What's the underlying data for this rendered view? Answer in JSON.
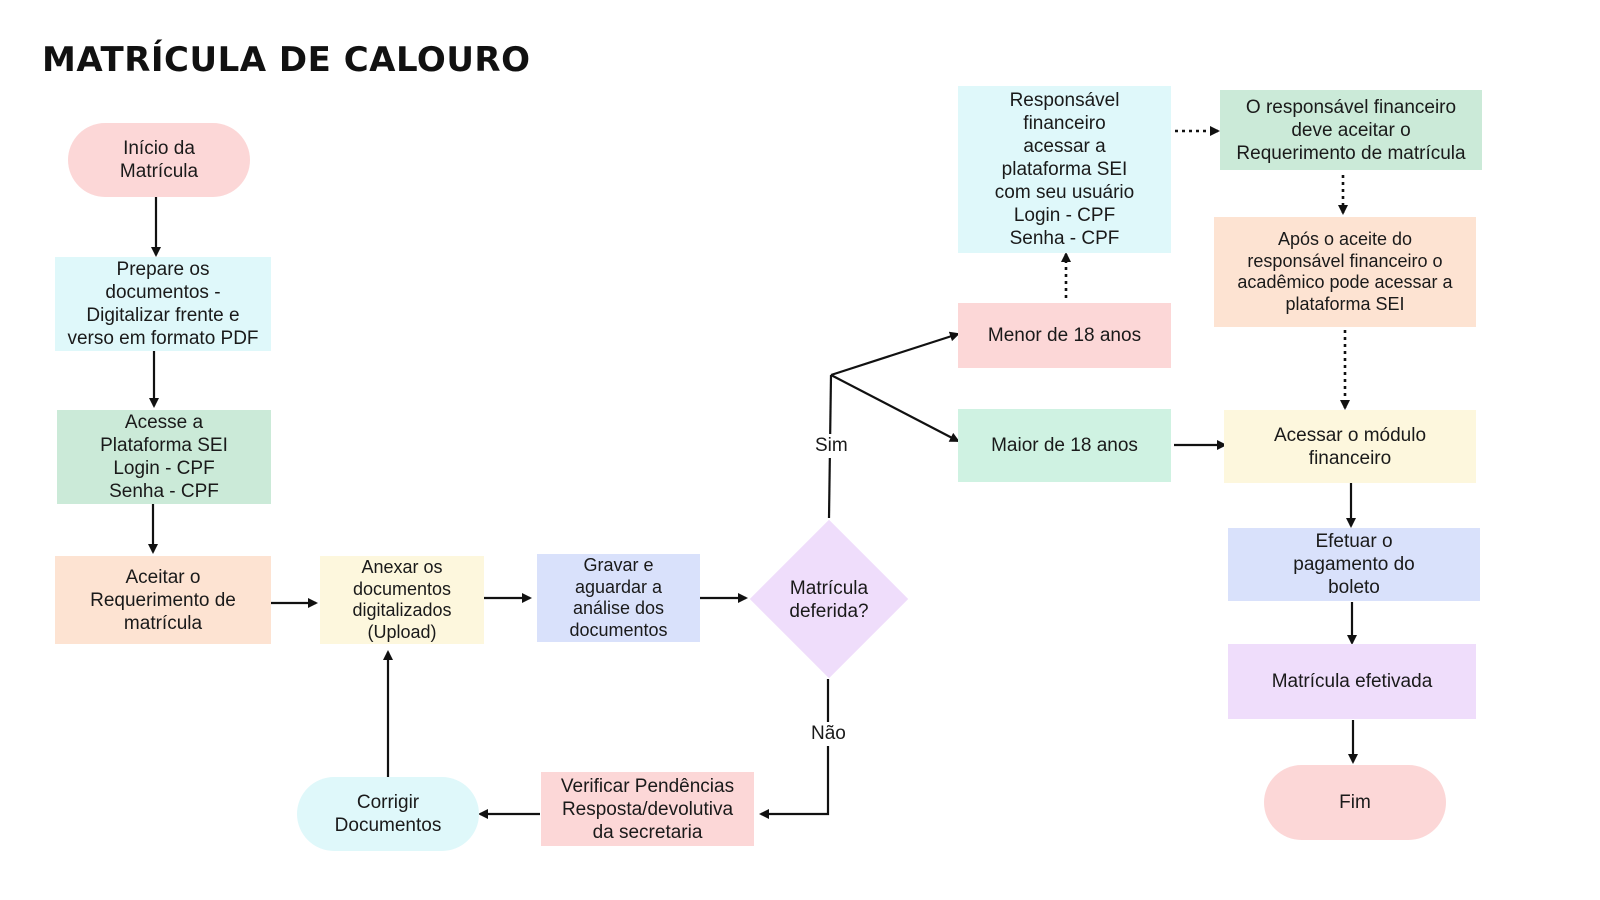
{
  "title": "MATRÍCULA DE CALOURO",
  "colors": {
    "pink": "#fcd7d7",
    "cyan": "#dff8fa",
    "green": "#cbead8",
    "peach": "#fde3d2",
    "yellow": "#fdf7dd",
    "blue": "#d9e1fb",
    "lavender": "#efddfb",
    "mint": "#cff2e2",
    "arrow": "#111111"
  },
  "nodes": {
    "inicio": "Início da\nMatrícula",
    "prepare": "Prepare os\ndocumentos -\nDigitalizar frente e\nverso em formato PDF",
    "acesse": "Acesse a\nPlataforma SEI\nLogin - CPF\nSenha - CPF",
    "aceitar": "Aceitar o\nRequerimento de\nmatrícula",
    "anexar": "Anexar os\ndocumentos\ndigitalizados\n(Upload)",
    "gravar": "Gravar e\naguardar a\nanálise dos\ndocumentos",
    "decisao": "Matrícula\ndeferida?",
    "verificar": "Verificar Pendências\nResposta/devolutiva\nda secretaria",
    "corrigir": "Corrigir\nDocumentos",
    "menor": "Menor de 18 anos",
    "maior": "Maior de 18 anos",
    "responsavel_acesso": "Responsável\nfinanceiro\nacessar a\nplataforma SEI\ncom seu usuário\nLogin - CPF\nSenha - CPF",
    "responsavel_aceitar": "O responsável financeiro\ndeve aceitar o\nRequerimento de matrícula",
    "apos_aceite": "Após o aceite do\nresponsável financeiro o\nacadêmico pode acessar a\nplataforma SEI",
    "modulo": "Acessar o módulo\nfinanceiro",
    "pagamento": "Efetuar o\npagamento do\nboleto",
    "efetivada": "Matrícula efetivada",
    "fim": "Fim"
  },
  "labels": {
    "sim": "Sim",
    "nao": "Não"
  }
}
